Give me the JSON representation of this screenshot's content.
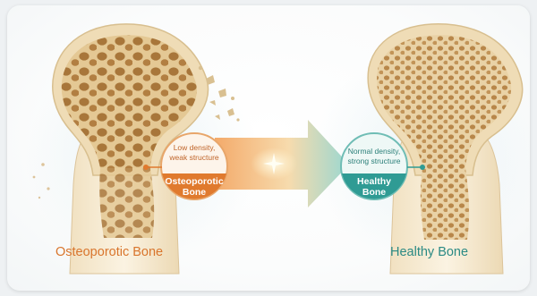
{
  "osteoporotic": {
    "caption": "Osteoporotic Bone",
    "description_line1": "Low density,",
    "description_line2": "weak structure",
    "badge_line1": "Osteoporotic",
    "badge_line2": "Bone",
    "accent_color": "#e07a2e"
  },
  "healthy": {
    "caption": "Healthy Bone",
    "description_line1": "Normal density,",
    "description_line2": "strong structure",
    "badge_line1": "Healthy",
    "badge_line2": "Bone",
    "accent_color": "#2f9b94"
  },
  "arrow": {
    "icon": "arrow-right-icon",
    "gradient_start": "#f3a15a",
    "gradient_end": "#8fd3cc"
  }
}
